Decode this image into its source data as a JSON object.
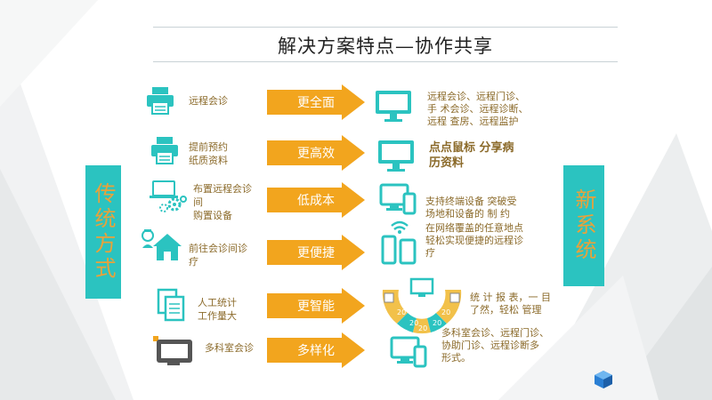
{
  "title": "解决方案特点—协作共享",
  "left_side_label": "传统方式",
  "right_side_label": "新系统",
  "colors": {
    "teal": "#2bc3c0",
    "orange": "#f2a51e",
    "text_brown": "#8b6a2a",
    "side_text": "#e9a23a"
  },
  "rows": [
    {
      "old_icon": "printer-icon",
      "old_label_lines": [
        "远程会诊"
      ],
      "arrow_label": "更全面",
      "new_icon": "monitor-icon",
      "new_text_lines": [
        "远程会诊、远程门诊、",
        "手  术会诊、远程诊断、",
        "远程  查房、远程监护"
      ]
    },
    {
      "old_icon": "printer-icon",
      "old_label_lines": [
        "提前预约",
        "纸质资料"
      ],
      "arrow_label": "更高效",
      "new_icon": "monitor-icon",
      "new_text_lines": [
        "点点鼠标  分享病",
        "历资料"
      ]
    },
    {
      "old_icon": "laptop-gears-icon",
      "old_label_lines": [
        "布置远程会诊",
        "间",
        "购置设备"
      ],
      "arrow_label": "低成本",
      "new_icon": "devices-icon",
      "new_text_lines": [
        "支持终端设备  突破受",
        "场地和设备的 制  约"
      ]
    },
    {
      "old_icon": "doctor-house-icon",
      "old_label_lines": [
        "前往会诊间诊",
        "疗"
      ],
      "arrow_label": "更便捷",
      "new_icon": "wifi-devices-icon",
      "new_text_lines": [
        "在网络覆盖的任意地点",
        "轻松实现便捷的远程诊",
        "疗"
      ]
    },
    {
      "old_icon": "documents-icon",
      "old_label_lines": [
        "人工统计",
        "工作量大"
      ],
      "arrow_label": "更智能",
      "new_icon": "report-wheel-icon",
      "new_text_lines": [
        "统 计 报 表，一  目",
        "了然，轻松  管理"
      ]
    },
    {
      "old_icon": "tv-icon",
      "old_label_lines": [
        "多科室会诊"
      ],
      "arrow_label": "多样化",
      "new_icon": "devices-icon",
      "new_text_lines": [
        "多科室会诊、远程门诊、",
        "协助门诊、远程诊断多",
        "形式。"
      ]
    }
  ],
  "wheel": {
    "numbers": [
      "20",
      "20",
      "20",
      "20",
      "20"
    ]
  }
}
